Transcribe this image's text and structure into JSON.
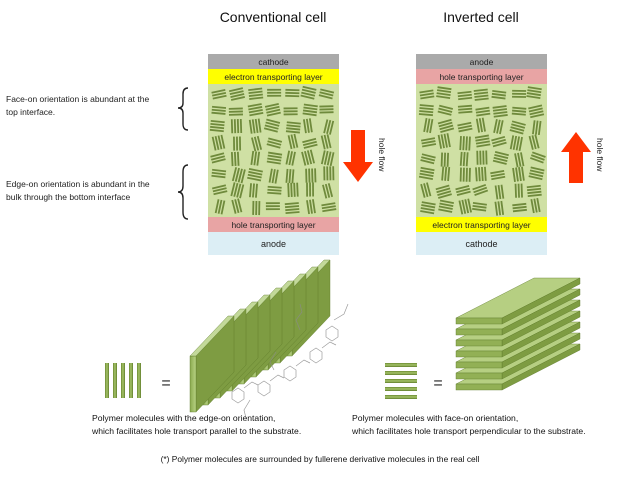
{
  "conventional": {
    "title": "Conventional cell",
    "top_electrode": "cathode",
    "top_layer": "electron transporting layer",
    "bottom_layer": "hole transporting layer",
    "bottom_electrode": "anode"
  },
  "inverted": {
    "title": "Inverted cell",
    "top_electrode": "anode",
    "top_layer": "hole transporting layer",
    "bottom_layer": "electron transporting layer",
    "bottom_electrode": "cathode"
  },
  "hole_flow_label": "hole flow",
  "annotations": {
    "face_on_line1": "Face-on orientation is abundant at the",
    "face_on_line2": "top interface.",
    "edge_on_line1": "Edge-on orientation is abundant in the",
    "edge_on_line2": "bulk through the bottom interface"
  },
  "equals": "=",
  "captions": {
    "edge_on_line1": "Polymer molecules with the edge-on orientation,",
    "edge_on_line2": "which facilitates hole transport parallel to the substrate.",
    "face_on_line1": "Polymer molecules with face-on orientation,",
    "face_on_line2": "which facilitates hole transport perpendicular to the substrate."
  },
  "footnote": "(*) Polymer molecules are surrounded by fullerene derivative molecules in the real cell",
  "colors": {
    "electrode_gray": "#aaaaaa",
    "yellow_layer": "#ffff00",
    "pink_layer": "#e8a4a4",
    "anode_blue": "#dceef5",
    "active_green": "#cfe0a4",
    "molecule_green": "#6f8a3c",
    "arrow_red": "#ff3300"
  }
}
